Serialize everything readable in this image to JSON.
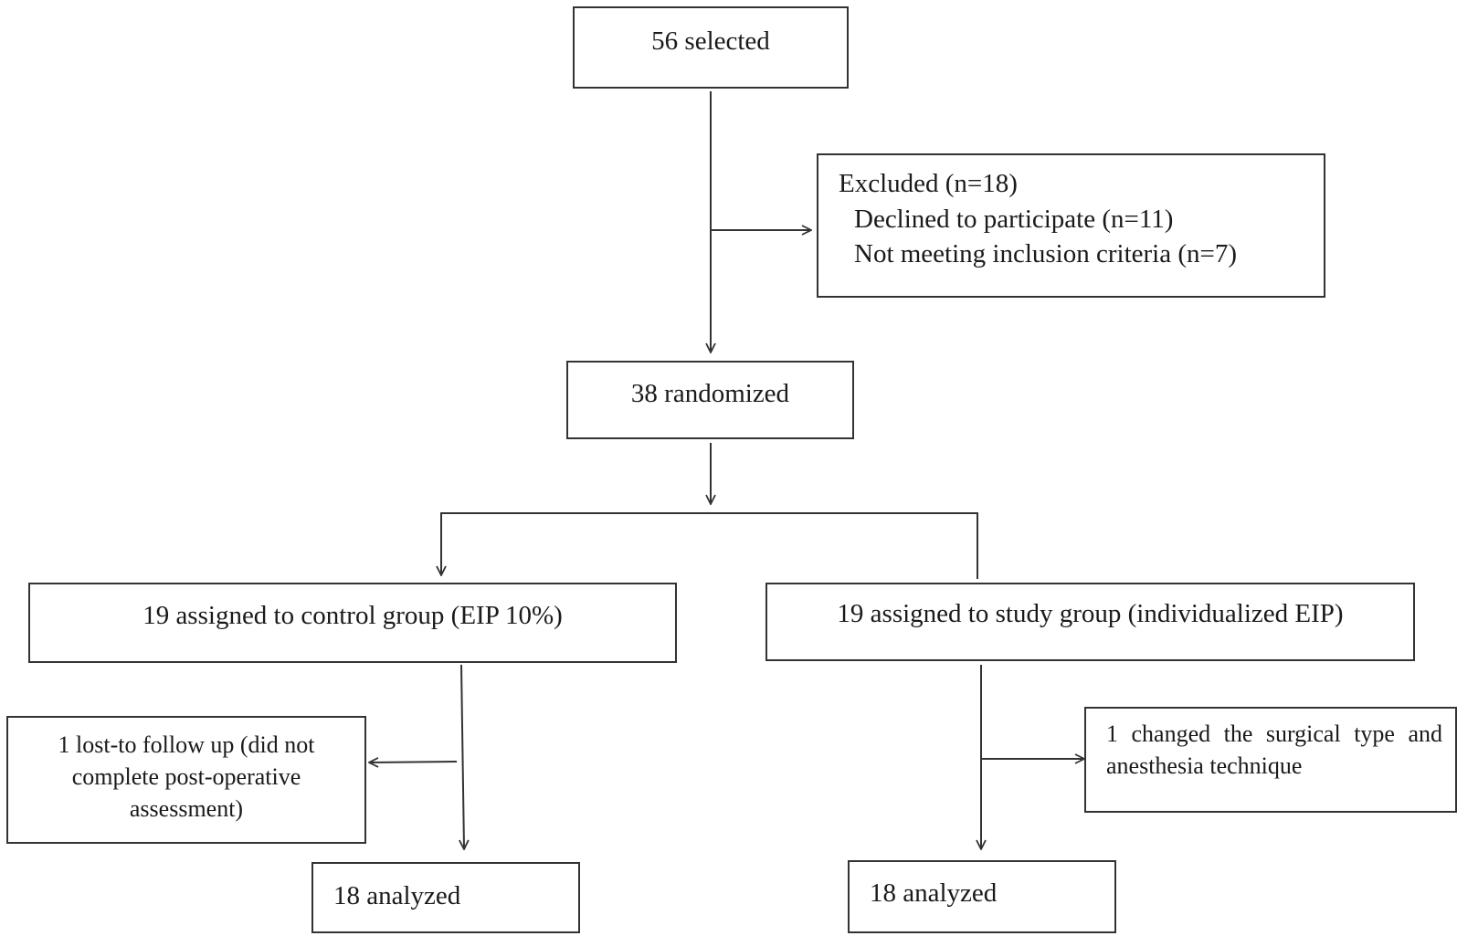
{
  "selected": {
    "label": "56 selected"
  },
  "excluded": {
    "title": "Excluded (n=18)",
    "line1": "Declined to participate (n=11)",
    "line2": "Not meeting inclusion criteria (n=7)"
  },
  "randomized": {
    "label": "38 randomized"
  },
  "control": {
    "label": "19 assigned to control group (EIP 10%)",
    "lost_line1": "1 lost-to follow up (did not",
    "lost_line2": "complete post-operative",
    "lost_line3": "assessment)",
    "analyzed": "18 analyzed"
  },
  "study": {
    "label": "19 assigned to study group (individualized EIP)",
    "changed_text": "1 changed the surgical type and anesthesia technique",
    "analyzed": "18 analyzed"
  }
}
